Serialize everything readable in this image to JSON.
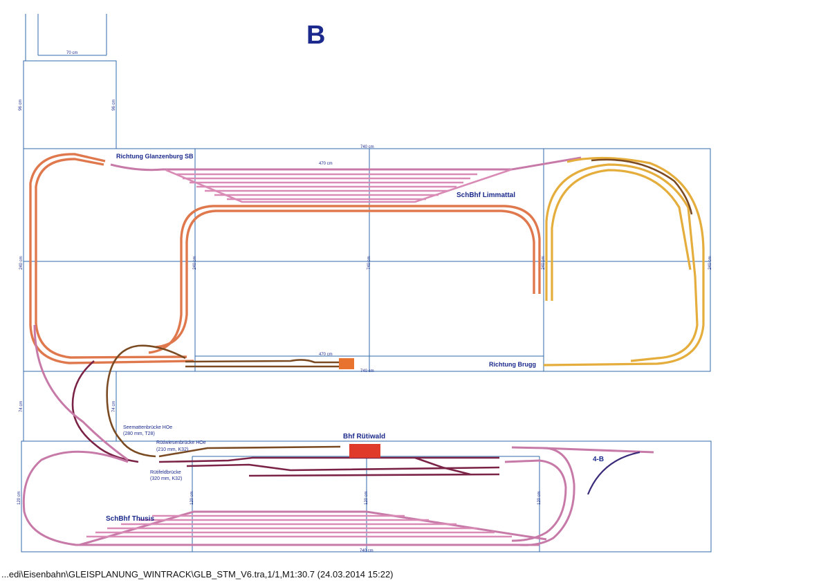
{
  "title": "B",
  "footer_path": "...edi\\Eisenbahn\\GLEISPLANUNG_WINTRACK\\GLB_STM_V6.tra,1/1,M1:30.7 (24.03.2014 15:22)",
  "labels": {
    "richtung_glanzenburg": "Richtung Glanzenburg SB",
    "schbhf_limmattal": "SchBhf Limmattal",
    "richtung_brugg": "Richtung Brugg",
    "bhf_ruetiwald": "Bhf Rütiwald",
    "schbhf_thusis": "SchBhf Thusis",
    "ref_4b": "4-B",
    "seematten_1": "Seemattenbrücke HOe",
    "seematten_2": "(280 mm, T28)",
    "ruetiwiesen_1": "Rütiwiesenbrücke HOe",
    "ruetiwiesen_2": "(210 mm, K32)",
    "ruetifeld_1": "Rütifeldbrücke",
    "ruetifeld_2": "(320 mm, K32)"
  },
  "dimensions": {
    "w70": "70 cm",
    "h96a": "96 cm",
    "h96b": "96 cm",
    "top740": "740 cm",
    "top470": "470 cm",
    "mid470": "470 cm",
    "mid740": "740 cm",
    "v240a": "240 cm",
    "v240b": "240 cm",
    "v240c": "740 cm",
    "v240d": "240 cm",
    "v240e": "240 cm",
    "h74a": "74 cm",
    "h74b": "74 cm",
    "h120a": "120 cm",
    "h120b": "120 cm",
    "h120c": "120 cm",
    "h120d": "120 cm",
    "bot740": "740 cm"
  },
  "colors": {
    "title": "#1b2a8c",
    "board_lines": "#2f6aa8",
    "track_pink": "#c77aa8",
    "track_orange": "#e0784e",
    "track_yellow": "#e4ad3c",
    "track_dark": "#7a2346",
    "building": "#e03a2a"
  }
}
